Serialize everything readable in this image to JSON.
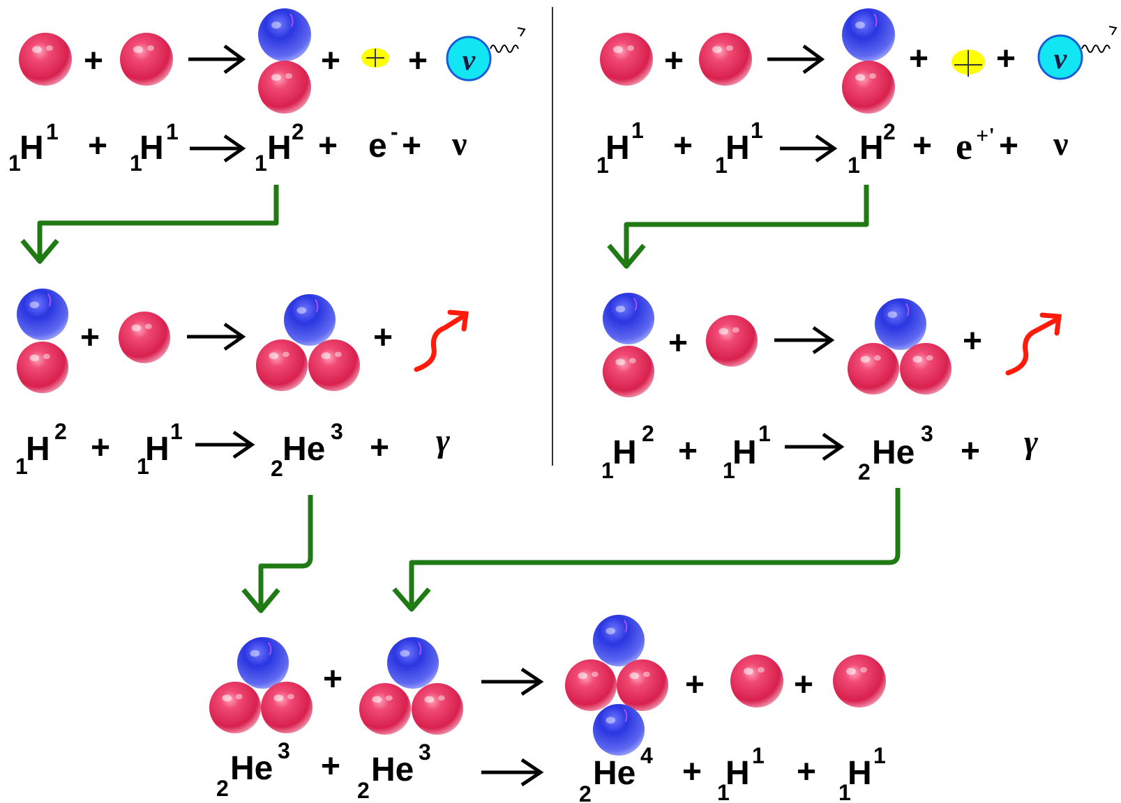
{
  "colors": {
    "proton": "#e8325e",
    "neutron": "#2430d8",
    "positron": "#ffff00",
    "neutrino": "#11e6f2",
    "arrow_flow": "#1f7a14",
    "gamma": "#ff1a0a",
    "text": "#000000"
  },
  "symbols": {
    "plus": "+",
    "neutrino": "ν",
    "gamma": "γ"
  },
  "equations": {
    "left_1": {
      "h1a": {
        "sub": "1",
        "sym": "H",
        "sup": "1"
      },
      "h1b": {
        "sub": "1",
        "sym": "H",
        "sup": "1"
      },
      "h2": {
        "sub": "1",
        "sym": "H",
        "sup": "2"
      },
      "electron": "e",
      "electron_sup": "-",
      "neutrino": "ν"
    },
    "right_1": {
      "h1a": {
        "sub": "1",
        "sym": "H",
        "sup": "1"
      },
      "h1b": {
        "sub": "1",
        "sym": "H",
        "sup": "1"
      },
      "h2": {
        "sub": "1",
        "sym": "H",
        "sup": "2"
      },
      "positron": "e",
      "positron_sup": "+'",
      "neutrino": "ν"
    },
    "left_2": {
      "h2": {
        "sub": "1",
        "sym": "H",
        "sup": "2"
      },
      "h1": {
        "sub": "1",
        "sym": "H",
        "sup": "1"
      },
      "he3": {
        "sub": "2",
        "sym": "He",
        "sup": "3"
      },
      "gamma": "γ"
    },
    "right_2": {
      "h2": {
        "sub": "1",
        "sym": "H",
        "sup": "2"
      },
      "h1": {
        "sub": "1",
        "sym": "H",
        "sup": "1"
      },
      "he3": {
        "sub": "2",
        "sym": "He",
        "sup": "3"
      },
      "gamma": "γ"
    },
    "bottom": {
      "he3a": {
        "sub": "2",
        "sym": "He",
        "sup": "3"
      },
      "he3b": {
        "sub": "2",
        "sym": "He",
        "sup": "3"
      },
      "he4": {
        "sub": "2",
        "sym": "He",
        "sup": "4"
      },
      "h1a": {
        "sub": "1",
        "sym": "H",
        "sup": "1"
      },
      "h1b": {
        "sub": "1",
        "sym": "H",
        "sup": "1"
      }
    }
  }
}
